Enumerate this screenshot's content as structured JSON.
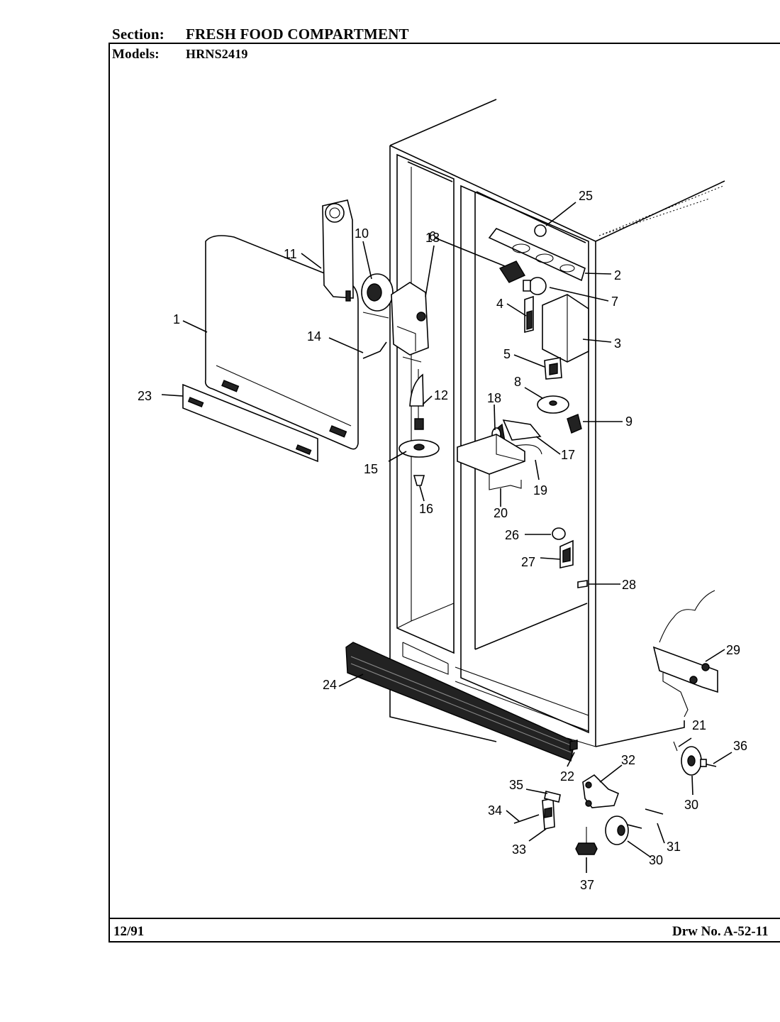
{
  "header": {
    "section_label": "Section:",
    "section_value": "FRESH FOOD COMPARTMENT",
    "models_label": "Models:",
    "models_value": "HRNS2419"
  },
  "footer": {
    "date": "12/91",
    "drawing_number": "Drw No. A-52-11"
  },
  "callouts": [
    "1",
    "2",
    "3",
    "4",
    "5",
    "6",
    "7",
    "8",
    "9",
    "10",
    "11",
    "12",
    "13",
    "14",
    "15",
    "16",
    "17",
    "18",
    "19",
    "20",
    "21",
    "22",
    "23",
    "24",
    "25",
    "26",
    "27",
    "28",
    "29",
    "30",
    "31",
    "32",
    "33",
    "34",
    "35",
    "36",
    "37"
  ]
}
